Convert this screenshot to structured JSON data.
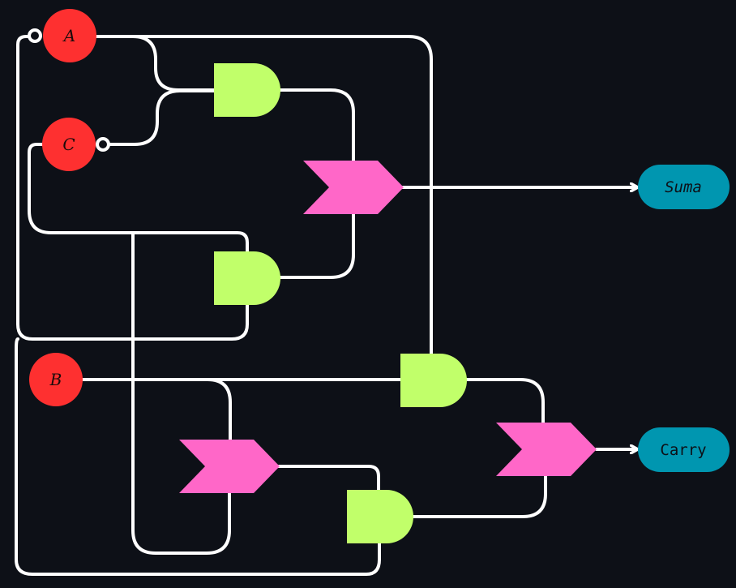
{
  "colors": {
    "background": "#0d1017",
    "wire": "#ffffff",
    "input": "#fe3030",
    "and_gate": "#c1ff6a",
    "xor_gate": "#ff67c8",
    "output": "#0096b0"
  },
  "inputs": {
    "a": {
      "label": "A"
    },
    "c": {
      "label": "C"
    },
    "b": {
      "label": "B"
    }
  },
  "gates": {
    "and_ac": {
      "type": "AND"
    },
    "and_c_na": {
      "type": "AND"
    },
    "xor_sum": {
      "type": "XOR"
    },
    "and_ab": {
      "type": "AND"
    },
    "xor_bc": {
      "type": "XOR"
    },
    "and_carry": {
      "type": "AND"
    },
    "xor_carry": {
      "type": "XOR"
    }
  },
  "outputs": {
    "sum": {
      "label": "Suma"
    },
    "carry": {
      "label": "Carry"
    }
  }
}
